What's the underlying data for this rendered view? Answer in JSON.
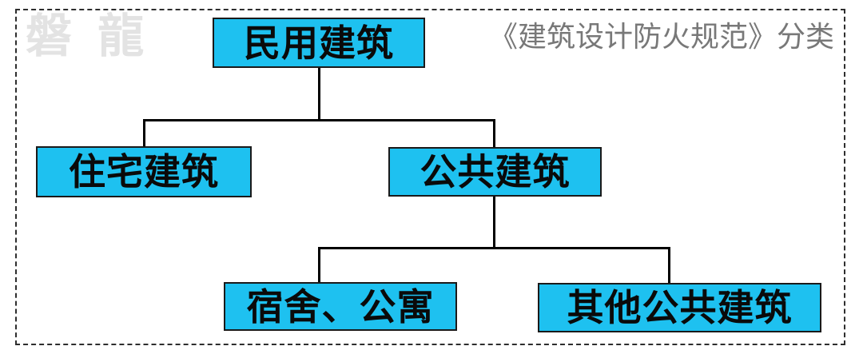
{
  "header": {
    "title": "《建筑设计防火规范》分类"
  },
  "watermark": {
    "text": "磐 龍"
  },
  "colors": {
    "node_fill": "#1ec1f0",
    "node_border": "#1a1a1a",
    "node_text": "#0a0a0a",
    "line": "#000000",
    "title_text": "#787878",
    "watermark_text": "#e3e3e3",
    "frame": "#2e2e2e",
    "bg": "#ffffff"
  },
  "diagram": {
    "type": "tree",
    "nodes": [
      {
        "id": "civil",
        "label": "民用建筑",
        "level": 0
      },
      {
        "id": "residential",
        "label": "住宅建筑",
        "level": 1
      },
      {
        "id": "public",
        "label": "公共建筑",
        "level": 1
      },
      {
        "id": "dormitory",
        "label": "宿舍、公寓",
        "level": 2
      },
      {
        "id": "other-public",
        "label": "其他公共建筑",
        "level": 2
      }
    ],
    "edges": [
      {
        "from": "民用建筑",
        "to": "住宅建筑"
      },
      {
        "from": "民用建筑",
        "to": "公共建筑"
      },
      {
        "from": "公共建筑",
        "to": "宿舍、公寓"
      },
      {
        "from": "公共建筑",
        "to": "其他公共建筑"
      }
    ]
  }
}
